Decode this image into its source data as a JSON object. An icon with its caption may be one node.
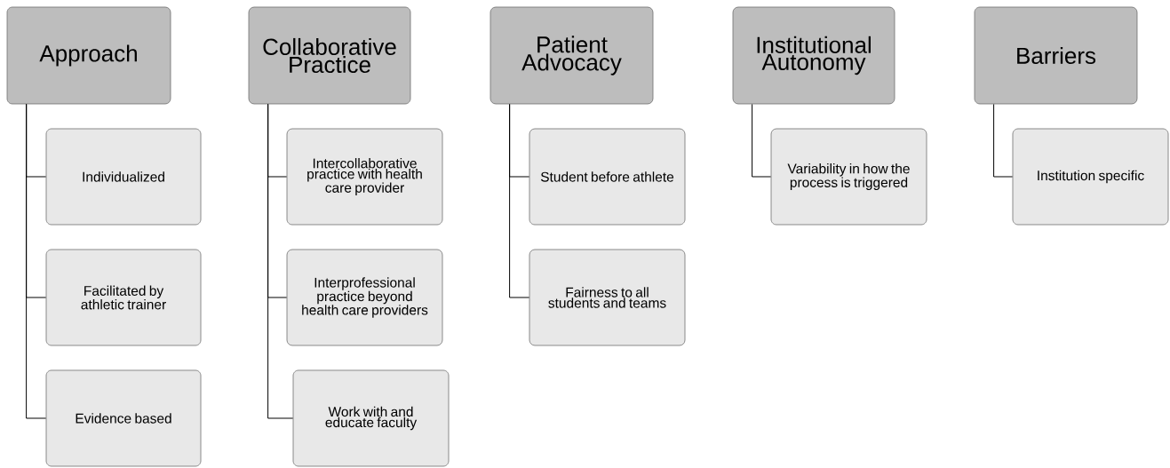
{
  "diagram": {
    "nodes": [
      {
        "text": [
          "Approach"
        ]
      },
      {
        "text": [
          "Individualized"
        ]
      },
      {
        "text": [
          "Facilitated by athletic trainer"
        ]
      },
      {
        "text": [
          "Evidence based"
        ]
      },
      {
        "text": [
          "Collaborative Practice"
        ]
      },
      {
        "text": [
          "Intercollaborative practice with health care provider"
        ]
      },
      {
        "text": [
          "Interprofessional practice beyond health care providers"
        ]
      },
      {
        "text": [
          "Work with and educate faculty"
        ]
      },
      {
        "text": [
          "Patient Advocacy"
        ]
      },
      {
        "text": [
          "Student before athlete"
        ]
      },
      {
        "text": [
          "Fairness to all students and teams"
        ]
      },
      {
        "text": [
          "Institutional Autonomy"
        ]
      },
      {
        "text": [
          "Variability in how the process is triggered"
        ]
      },
      {
        "text": [
          "Barriers"
        ]
      },
      {
        "text": [
          "Institution specific"
        ]
      }
    ],
    "edges": [
      {
        "from": 0,
        "to": 1,
        "arrow": "none"
      },
      {
        "from": 0,
        "to": 2,
        "arrow": "none"
      },
      {
        "from": 0,
        "to": 3,
        "arrow": "none"
      },
      {
        "from": 4,
        "to": 5,
        "arrow": "none"
      },
      {
        "from": 4,
        "to": 6,
        "arrow": "none"
      },
      {
        "from": 4,
        "to": 7,
        "arrow": "none"
      },
      {
        "from": 8,
        "to": 9,
        "arrow": "none"
      },
      {
        "from": 8,
        "to": 10,
        "arrow": "none"
      },
      {
        "from": 11,
        "to": 12,
        "arrow": "none"
      },
      {
        "from": 13,
        "to": 14,
        "arrow": "none"
      }
    ]
  }
}
